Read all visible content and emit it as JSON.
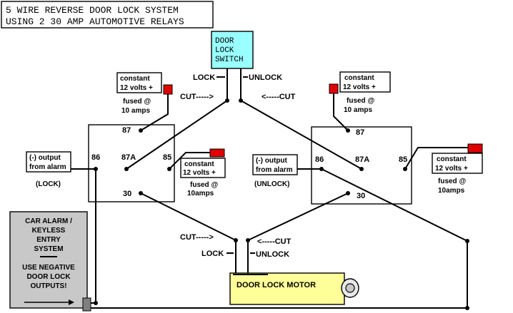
{
  "title": {
    "line1": "5 WIRE REVERSE DOOR LOCK SYSTEM",
    "line2": "USING 2 30 AMP AUTOMOTIVE RELAYS"
  },
  "door_lock_switch": {
    "line1": "DOOR",
    "line2": "LOCK",
    "line3": "SWITCH",
    "lock_label": "LOCK",
    "unlock_label": "UNLOCK",
    "cut_left": "CUT----->",
    "cut_right": "<-----CUT"
  },
  "left_relay": {
    "pin_87": "87",
    "pin_86": "86",
    "pin_87a": "87A",
    "pin_85": "85",
    "pin_30": "30",
    "output_line1": "(-) output",
    "output_line2": "from alarm",
    "function": "(LOCK)",
    "top_supply_line1": "constant",
    "top_supply_line2": "12 volts +",
    "top_fuse_line1": "fused @",
    "top_fuse_line2": "10 amps",
    "side_supply_line1": "constant",
    "side_supply_line2": "12 volts +",
    "side_fuse_line1": "fused @",
    "side_fuse_line2": "10amps"
  },
  "right_relay": {
    "pin_87": "87",
    "pin_86": "86",
    "pin_87a": "87A",
    "pin_85": "85",
    "pin_30": "30",
    "output_line1": "(-) output",
    "output_line2": "from alarm",
    "function": "(UNLOCK)",
    "top_supply_line1": "constant",
    "top_supply_line2": "12 volts +",
    "top_fuse_line1": "fused @",
    "top_fuse_line2": "10 amps",
    "side_supply_line1": "constant",
    "side_supply_line2": "12 volts +",
    "side_fuse_line1": "fused @",
    "side_fuse_line2": "10amps"
  },
  "motor": {
    "label": "DOOR LOCK MOTOR",
    "cut_left": "CUT----->",
    "cut_right": "<-----CUT",
    "lock_label": "LOCK",
    "unlock_label": "UNLOCK"
  },
  "alarm_box": {
    "line1": "CAR ALARM /",
    "line2": "KEYLESS",
    "line3": "ENTRY",
    "line4": "SYSTEM",
    "line5": "USE NEGATIVE",
    "line6": "DOOR LOCK",
    "line7": "OUTPUTS!"
  },
  "colors": {
    "switch_fill": "#99ffff",
    "fuse_red": "#e00000",
    "motor_fill": "#ffff99",
    "alarm_fill": "#c8c8c8",
    "connector_gray": "#808080"
  }
}
